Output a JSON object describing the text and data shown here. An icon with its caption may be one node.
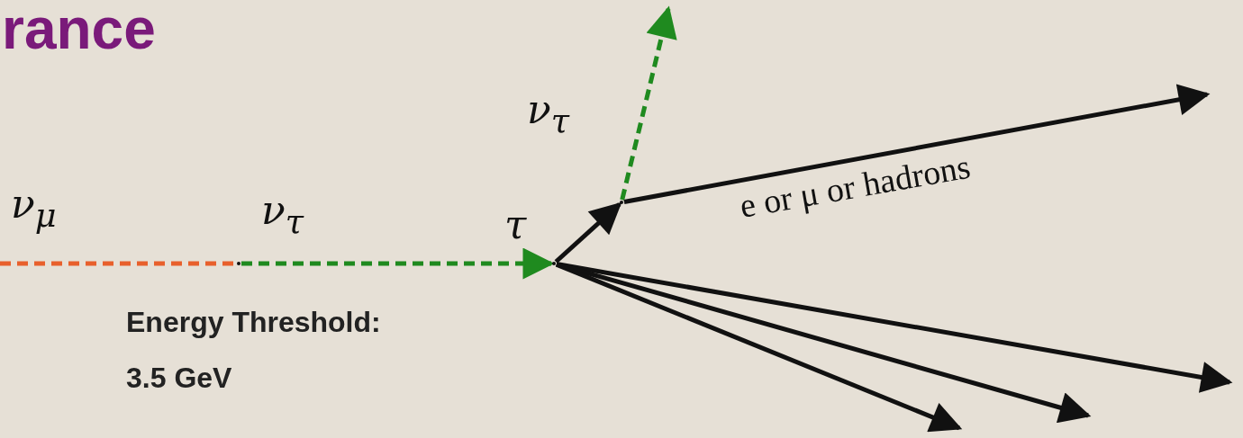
{
  "diagram": {
    "title": "rance",
    "nodes": [
      {
        "text": [],
        "shape": "point"
      },
      {
        "text": [],
        "shape": "point"
      },
      {
        "text": [],
        "shape": "point"
      }
    ],
    "edges": [
      {
        "from": null,
        "to": 0,
        "arrow": "none",
        "style": "dashed",
        "color": "#e8602c",
        "label": "ν$_{μ}$"
      },
      {
        "from": 0,
        "to": 1,
        "arrow": "to",
        "style": "dashed",
        "color": "#1f8a1f",
        "label": "ν$_{τ}$"
      },
      {
        "from": 1,
        "to": 2,
        "arrow": "to",
        "label": "τ"
      },
      {
        "from": 2,
        "to": null,
        "arrow": "to",
        "style": "dashed",
        "color": "#1f8a1f",
        "label": "ν$_{τ}$"
      },
      {
        "from": 2,
        "to": null,
        "arrow": "to",
        "label": "e or μ or hadrons"
      },
      {
        "from": 1,
        "to": null,
        "arrow": "to"
      },
      {
        "from": 1,
        "to": null,
        "arrow": "to"
      },
      {
        "from": 1,
        "to": null,
        "arrow": "to"
      }
    ],
    "labels": [
      "Energy Threshold:",
      "3.5 GeV"
    ]
  }
}
